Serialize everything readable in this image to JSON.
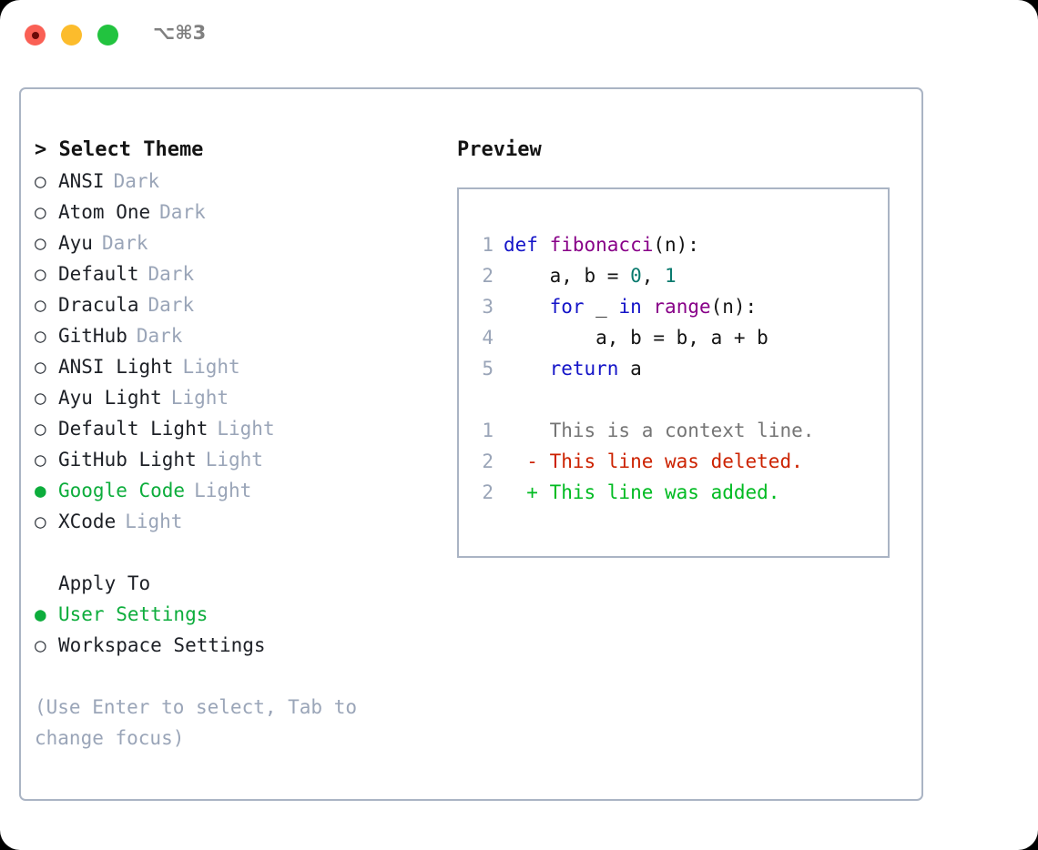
{
  "titlebar": {
    "shortcut": "⌥⌘3",
    "lights": [
      {
        "name": "close",
        "color": "#fa6055"
      },
      {
        "name": "minimize",
        "color": "#fcbc2c"
      },
      {
        "name": "zoom",
        "color": "#22c33f"
      }
    ]
  },
  "theme_picker": {
    "title": "> Select Theme",
    "selected_marker": "●",
    "unselected_marker": "○",
    "items": [
      {
        "marker": "○",
        "label": "ANSI",
        "tag": "Dark",
        "selected": false
      },
      {
        "marker": "○",
        "label": "Atom One",
        "tag": "Dark",
        "selected": false
      },
      {
        "marker": "○",
        "label": "Ayu",
        "tag": "Dark",
        "selected": false
      },
      {
        "marker": "○",
        "label": "Default",
        "tag": "Dark",
        "selected": false
      },
      {
        "marker": "○",
        "label": "Dracula",
        "tag": "Dark",
        "selected": false
      },
      {
        "marker": "○",
        "label": "GitHub",
        "tag": "Dark",
        "selected": false
      },
      {
        "marker": "○",
        "label": "ANSI Light",
        "tag": "Light",
        "selected": false
      },
      {
        "marker": "○",
        "label": "Ayu Light",
        "tag": "Light",
        "selected": false
      },
      {
        "marker": "○",
        "label": "Default Light",
        "tag": "Light",
        "selected": false
      },
      {
        "marker": "○",
        "label": "GitHub Light",
        "tag": "Light",
        "selected": false
      },
      {
        "marker": "●",
        "label": "Google Code",
        "tag": "Light",
        "selected": true
      },
      {
        "marker": "○",
        "label": "XCode",
        "tag": "Light",
        "selected": false
      }
    ]
  },
  "apply_to": {
    "title": "Apply To",
    "items": [
      {
        "marker": "●",
        "label": "User Settings",
        "selected": true
      },
      {
        "marker": "○",
        "label": "Workspace Settings",
        "selected": false
      }
    ]
  },
  "hint": "(Use Enter to select, Tab to change focus)",
  "preview": {
    "title": "Preview",
    "code_lines": [
      {
        "no": "1",
        "tokens": [
          {
            "t": "def ",
            "c": "kw"
          },
          {
            "t": "fibonacci",
            "c": "fn"
          },
          {
            "t": "(n):",
            "c": "plain"
          }
        ]
      },
      {
        "no": "2",
        "tokens": [
          {
            "t": "    a, b = ",
            "c": "plain"
          },
          {
            "t": "0",
            "c": "num"
          },
          {
            "t": ", ",
            "c": "plain"
          },
          {
            "t": "1",
            "c": "num"
          }
        ]
      },
      {
        "no": "3",
        "tokens": [
          {
            "t": "    ",
            "c": "plain"
          },
          {
            "t": "for",
            "c": "kw"
          },
          {
            "t": " _ ",
            "c": "plain"
          },
          {
            "t": "in",
            "c": "kw"
          },
          {
            "t": " ",
            "c": "plain"
          },
          {
            "t": "range",
            "c": "fn"
          },
          {
            "t": "(n):",
            "c": "plain"
          }
        ]
      },
      {
        "no": "4",
        "tokens": [
          {
            "t": "        a, b = b, a + b",
            "c": "plain"
          }
        ]
      },
      {
        "no": "5",
        "tokens": [
          {
            "t": "    ",
            "c": "plain"
          },
          {
            "t": "return",
            "c": "kw"
          },
          {
            "t": " a",
            "c": "plain"
          }
        ]
      }
    ],
    "diff_lines": [
      {
        "no": "1",
        "sign": "  ",
        "text": "This is a context line.",
        "kind": "ctx"
      },
      {
        "no": "2",
        "sign": "- ",
        "text": "This line was deleted.",
        "kind": "del"
      },
      {
        "no": "2",
        "sign": "+ ",
        "text": "This line was added.",
        "kind": "add"
      }
    ]
  },
  "colors": {
    "accent_green": "#0dad3c",
    "border": "#aab4c4",
    "muted": "#9aa5b8",
    "keyword": "#1414c8",
    "function": "#880088",
    "number": "#0a7a6e",
    "diff_deleted": "#cc2200",
    "diff_added": "#00bb22",
    "diff_context": "#757575"
  }
}
